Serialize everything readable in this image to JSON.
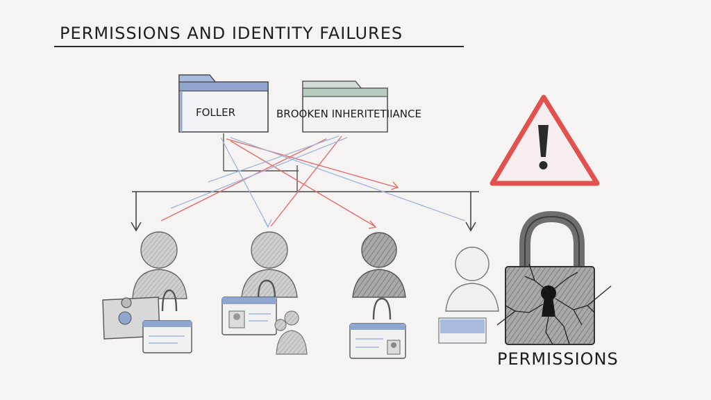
{
  "diagram": {
    "title": "PERMISSIONS AND IDENTITY FAILURES",
    "folders": [
      {
        "label": "FOLLER"
      },
      {
        "label": "BROOKEN INHERITETIIANCE"
      }
    ],
    "lock_label": "PERMISSIONS",
    "colors": {
      "folder_blue": "#8fa6cf",
      "folder_green": "#b8cbbf",
      "line_red": "#e46a6a",
      "line_blue": "#9fb4da",
      "warning_red": "#e0514f",
      "pencil_gray": "#8e8e8e",
      "lock_gray": "#8a8a8a"
    },
    "icons": [
      "folder-icon",
      "warning-triangle-icon",
      "user-icon",
      "id-badge-icon",
      "cracked-padlock-icon"
    ]
  }
}
